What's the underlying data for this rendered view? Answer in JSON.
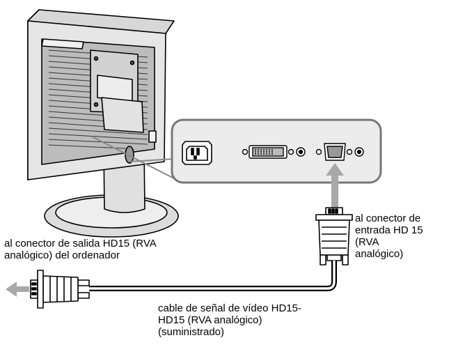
{
  "labels": {
    "input_connector": [
      "al conector de",
      "entrada HD 15",
      "(RVA",
      "analógico)"
    ],
    "output_connector": [
      "al conector de salida HD15 (RVA",
      "analógico) del ordenador"
    ],
    "cable": [
      "cable de señal de vídeo HD15-",
      "HD15 (RVA analógico)",
      "(suministrado)"
    ]
  },
  "icons": {
    "monitor": "monitor-rear-view",
    "power": "ac-power-inlet-icon",
    "dvi": "dvi-connector-icon",
    "hd15_port": "hd15-port-icon",
    "plug": "hd15-plug-icon",
    "arrow": "arrow-icon"
  },
  "colors": {
    "line": "#000000",
    "monitor_fill": "#e6e6e6",
    "panel_fill": "#ececec",
    "dark_fill": "#9a9a9a",
    "arrow": "#a8a8a8"
  }
}
